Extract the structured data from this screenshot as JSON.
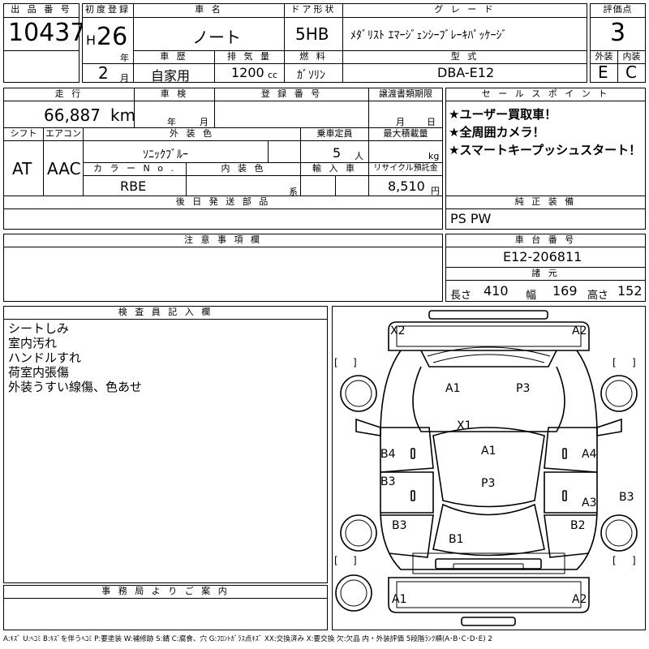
{
  "headers": {
    "lot_number": "出 品 番 号",
    "first_reg": "初度登録",
    "car_name": "車 名",
    "door": "ドア形状",
    "grade": "グ レ ー ド",
    "score": "評価点",
    "history": "車 歴",
    "displacement": "排 気 量",
    "fuel": "燃 料",
    "model_code": "型 式",
    "exterior": "外装",
    "interior": "内装",
    "mileage": "走 行",
    "inspection": "車 検",
    "reg_number": "登 録 番 号",
    "transfer_deadline": "譲渡書類期限",
    "sales_point": "セ ー ル ス ポ イ ン ト",
    "shift": "シフト",
    "aircon": "エアコン",
    "ext_color": "外 装 色",
    "capacity": "乗車定員",
    "max_load": "最大積載量",
    "color_no": "カ ラ ー N o .",
    "int_color": "内 装 色",
    "import": "輸 入 車",
    "recycle": "リサイクル預託金",
    "later_parts": "後 日 発 送 部 品",
    "genuine_equip": "純 正 装 備",
    "cautions": "注 意 事 項 欄",
    "chassis": "車 台 番 号",
    "specs": "諸 元",
    "inspector": "検 査 員 記 入 欄",
    "office": "事 務 局 よ り ご 案 内"
  },
  "vehicle": {
    "lot_number": "10437",
    "era": "H",
    "year": "26",
    "year_unit": "年",
    "month": "2",
    "month_unit": "月",
    "car_name": "ノート",
    "door": "5HB",
    "grade": "ﾒﾀﾞﾘｽﾄ ｴﾏｰｼﾞｪﾝｼｰﾌﾞﾚｰｷﾊﾟｯｹｰｼﾞ",
    "score": "3",
    "history": "自家用",
    "displacement": "1200",
    "displacement_unit": "cc",
    "fuel": "ｶﾞｿﾘﾝ",
    "model_code": "DBA-E12",
    "exterior_grade": "E",
    "interior_grade": "C",
    "mileage": "66,887",
    "mileage_unit": "km",
    "inspection_year_unit": "年",
    "inspection_month_unit": "月",
    "transfer_month_unit": "月",
    "transfer_day_unit": "日",
    "shift": "AT",
    "aircon": "AAC",
    "ext_color": "ｿﾆｯｸﾌﾞﾙｰ",
    "capacity": "5",
    "capacity_unit": "人",
    "max_load_unit": "kg",
    "color_no": "RBE",
    "int_color_unit": "系",
    "recycle": "8,510",
    "recycle_unit": "円",
    "genuine_equip": "PS PW",
    "chassis": "E12-206811",
    "spec_length_label": "長さ",
    "spec_length": "410",
    "spec_width_label": "幅",
    "spec_width": "169",
    "spec_height_label": "高さ",
    "spec_height": "152"
  },
  "sales_points": [
    "★ユーザー買取車！",
    "★全周囲カメラ！",
    "★スマートキープッシュスタート！"
  ],
  "inspector_notes": [
    "シートしみ",
    "室内汚れ",
    "ハンドルすれ",
    "荷室内張傷",
    "外装うすい線傷、色あせ"
  ],
  "diagram_labels": {
    "front_left": "X2",
    "front_right": "A2",
    "hood_a": "A1",
    "hood_p": "P3",
    "windshield": "X1",
    "roof_a": "A1",
    "roof_p": "P3",
    "left_front_door": "B4",
    "left_rear_door": "B3",
    "left_quarter": "B3",
    "right_front_door": "A4",
    "right_rear_door": "A3",
    "right_quarter": "B2",
    "right_edge": "B3",
    "tailgate": "B1",
    "rear_left": "A1",
    "rear_right": "A2"
  },
  "legend": "A:ｷｽﾞ U:ﾍｺﾐ B:ｷｽﾞを伴うﾍｺﾐ P:要塗装 W:補修跡 S:錆 C:腐食、穴 G:ﾌﾛﾝﾄｶﾞﾗｽ点ｷｽﾞ XX:交換済み X:要交換 欠:欠品 内・外装評価 5段階ﾗﾝｸ順(A･B･C･D･E) 2"
}
